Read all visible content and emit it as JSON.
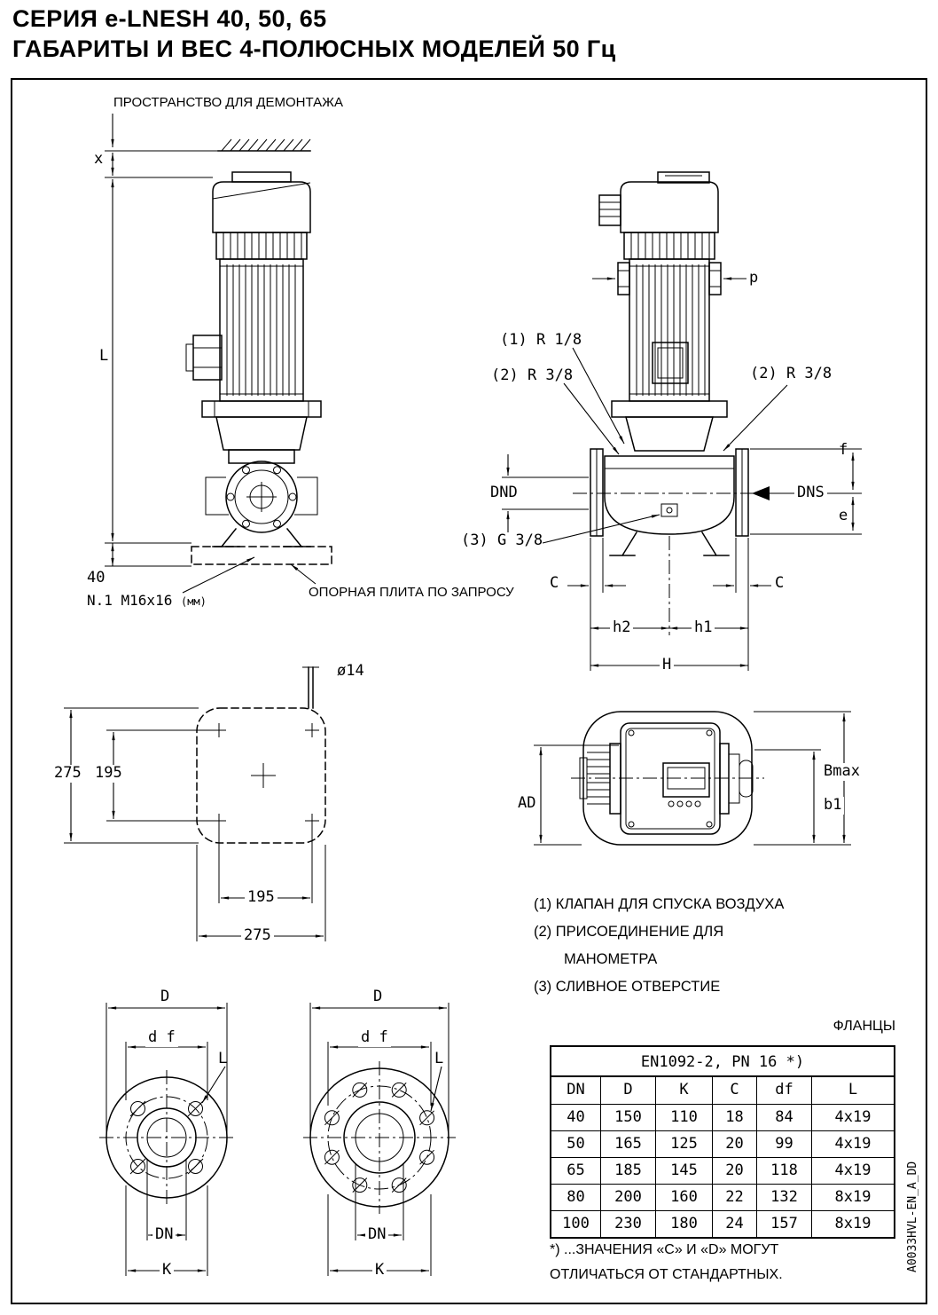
{
  "title": {
    "line1": "СЕРИЯ e-LNESH 40, 50, 65",
    "line2": "ГАБАРИТЫ И ВЕС 4-ПОЛЮСНЫХ МОДЕЛЕЙ 50 Гц"
  },
  "front_view": {
    "dismantling_note": "ПРОСТРАНСТВО ДЛЯ ДЕМОНТАЖА",
    "dim_x": "x",
    "dim_L": "L",
    "dim_40": "40",
    "anchor_note": "N.1 M16x16",
    "anchor_unit": "(мм)",
    "plate_note": "ОПОРНАЯ ПЛИТА ПО ЗАПРОСУ"
  },
  "side_view": {
    "dim_p": "p",
    "vent_conn": "(1) R 1/8",
    "gauge_conn_left": "(2) R 3/8",
    "gauge_conn_right": "(2) R 3/8",
    "dim_f": "f",
    "dnd": "DND",
    "dns": "DNS",
    "dim_e": "e",
    "drain_conn": "(3) G 3/8",
    "dim_c_left": "C",
    "dim_c_right": "C",
    "dim_h2": "h2",
    "dim_h1": "h1",
    "dim_H": "H"
  },
  "plan_view": {
    "hole_dia": "ø14",
    "dim_275_left": "275",
    "dim_195_left": "195",
    "dim_195_bottom": "195",
    "dim_275_bottom": "275"
  },
  "top_view": {
    "dim_AD": "AD",
    "dim_Bmax": "Bmax",
    "dim_b1": "b1"
  },
  "notes": {
    "n1": "(1) КЛАПАН ДЛЯ СПУСКА ВОЗДУХА",
    "n2": "(2) ПРИСОЕДИНЕНИЕ ДЛЯ",
    "n2b": "МАНОМЕТРА",
    "n3": "(3) СЛИВНОЕ ОТВЕРСТИЕ"
  },
  "flange_left": {
    "dim_D": "D",
    "dim_df": "d f",
    "dim_L": "L",
    "dim_DN": "DN",
    "dim_K": "K"
  },
  "flange_right": {
    "dim_D": "D",
    "dim_df": "d f",
    "dim_L": "L",
    "dim_DN": "DN",
    "dim_K": "K"
  },
  "flange_table": {
    "caption": "ФЛАНЦЫ",
    "standard": "EN1092-2, PN 16 *)",
    "columns": [
      "DN",
      "D",
      "K",
      "C",
      "df",
      "L"
    ],
    "rows": [
      [
        "40",
        "150",
        "110",
        "18",
        "84",
        "4x19"
      ],
      [
        "50",
        "165",
        "125",
        "20",
        "99",
        "4x19"
      ],
      [
        "65",
        "185",
        "145",
        "20",
        "118",
        "4x19"
      ],
      [
        "80",
        "200",
        "160",
        "22",
        "132",
        "8x19"
      ],
      [
        "100",
        "230",
        "180",
        "24",
        "157",
        "8x19"
      ]
    ],
    "footnote_line1": "*) ...ЗНАЧЕНИЯ «C» И «D» МОГУТ",
    "footnote_line2": "ОТЛИЧАТЬСЯ ОТ СТАНДАРТНЫХ."
  },
  "doc_code": "A0033HVL-EN_A_DD"
}
